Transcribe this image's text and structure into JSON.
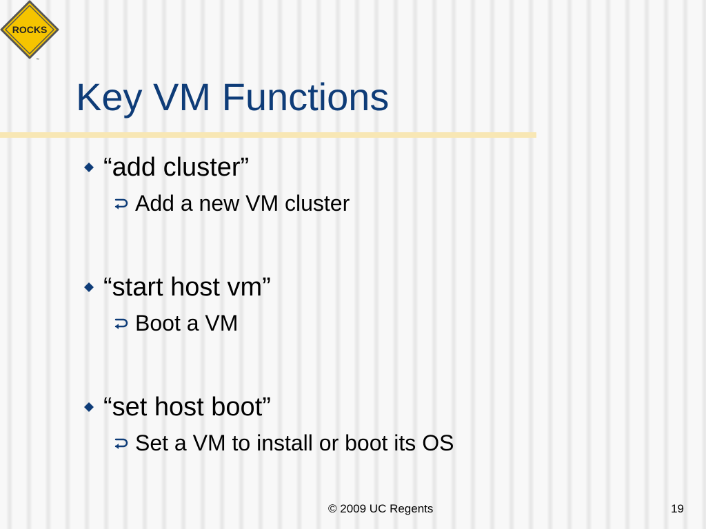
{
  "slide": {
    "title": "Key VM Functions",
    "logo": {
      "text": "ROCKS",
      "trademark": "™",
      "icon": "diamond-road-sign-logo",
      "fill_color": "#f5c400",
      "border_color": "#555555"
    },
    "bullets": [
      {
        "text": "“add cluster”",
        "marker_icon": "diamond-bullet-icon",
        "sub": [
          {
            "text": "Add a new VM cluster",
            "marker_icon": "curved-arrow-bullet-icon"
          }
        ]
      },
      {
        "text": "“start host vm”",
        "marker_icon": "diamond-bullet-icon",
        "sub": [
          {
            "text": "Boot a VM",
            "marker_icon": "curved-arrow-bullet-icon"
          }
        ]
      },
      {
        "text": "“set host boot”",
        "marker_icon": "diamond-bullet-icon",
        "sub": [
          {
            "text": "Set a VM to install or boot its OS",
            "marker_icon": "curved-arrow-bullet-icon"
          }
        ]
      }
    ],
    "footer": {
      "copyright": "© 2009 UC Regents",
      "page_number": "19"
    },
    "colors": {
      "title": "#0e3c78",
      "bullet_marker": "#0e3c78",
      "title_rule": "#f8e7b4",
      "text": "#000000"
    }
  }
}
